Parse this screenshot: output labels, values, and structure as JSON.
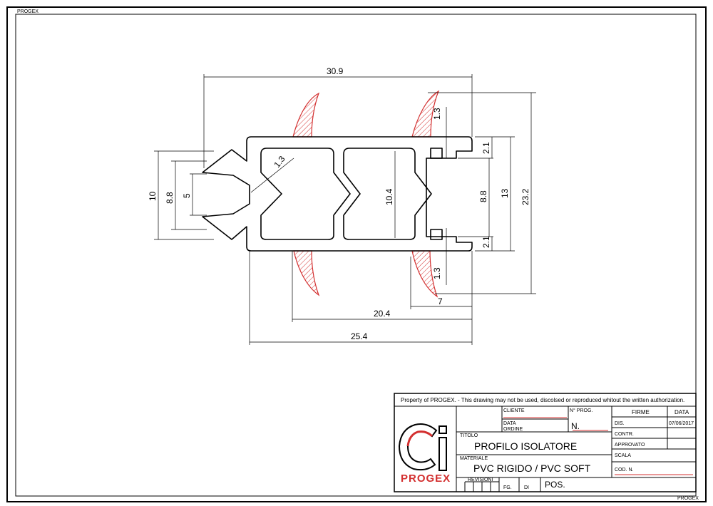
{
  "corner_marks": [
    "PROGEX",
    "PROGEX"
  ],
  "dimensions": {
    "width_total": "30.9",
    "width_bottom_outer": "25.4",
    "width_bottom_inner": "20.4",
    "width_bottom_small": "7",
    "height_total": "23.2",
    "height_13": "13",
    "height_8_8_right": "8.8",
    "height_2_1_top": "2.1",
    "height_2_1_bottom": "2.1",
    "height_1_3_top": "1.3",
    "height_1_3_bottom": "1.3",
    "inner_10_4": "10.4",
    "left_10": "10",
    "left_8_8": "8.8",
    "left_5": "5",
    "diag_1_3": "1.3"
  },
  "title_block": {
    "property_notice": "Property of PROGEX. - This drawing may not be used, discolsed or reproduced whitout the written authorization.",
    "cliente_label": "CLIENTE",
    "data_ordine_label_1": "DATA",
    "data_ordine_label_2": "ORDINE",
    "n_prog_label": "N° PROG.",
    "n_prog_value": "N.",
    "titolo_label": "TITOLO",
    "titolo_value": "PROFILO ISOLATORE",
    "materiale_label": "MATERIALE",
    "materiale_value": "PVC RIGIDO / PVC SOFT",
    "revisioni_label": "REVISIONI",
    "fg_label": "FG.",
    "di_label": "DI",
    "pos_label": "POS.",
    "firme_label": "FIRME",
    "data_label": "DATA",
    "dis_label": "DIS.",
    "dis_date": "07/06/2017",
    "contr_label": "CONTR.",
    "approvato_label": "APPROVATO",
    "scala_label": "SCALA",
    "cod_label": "COD. N.",
    "logo_text": "PROGEX",
    "colors": {
      "accent": "#d32f2f",
      "line": "#000000"
    }
  }
}
